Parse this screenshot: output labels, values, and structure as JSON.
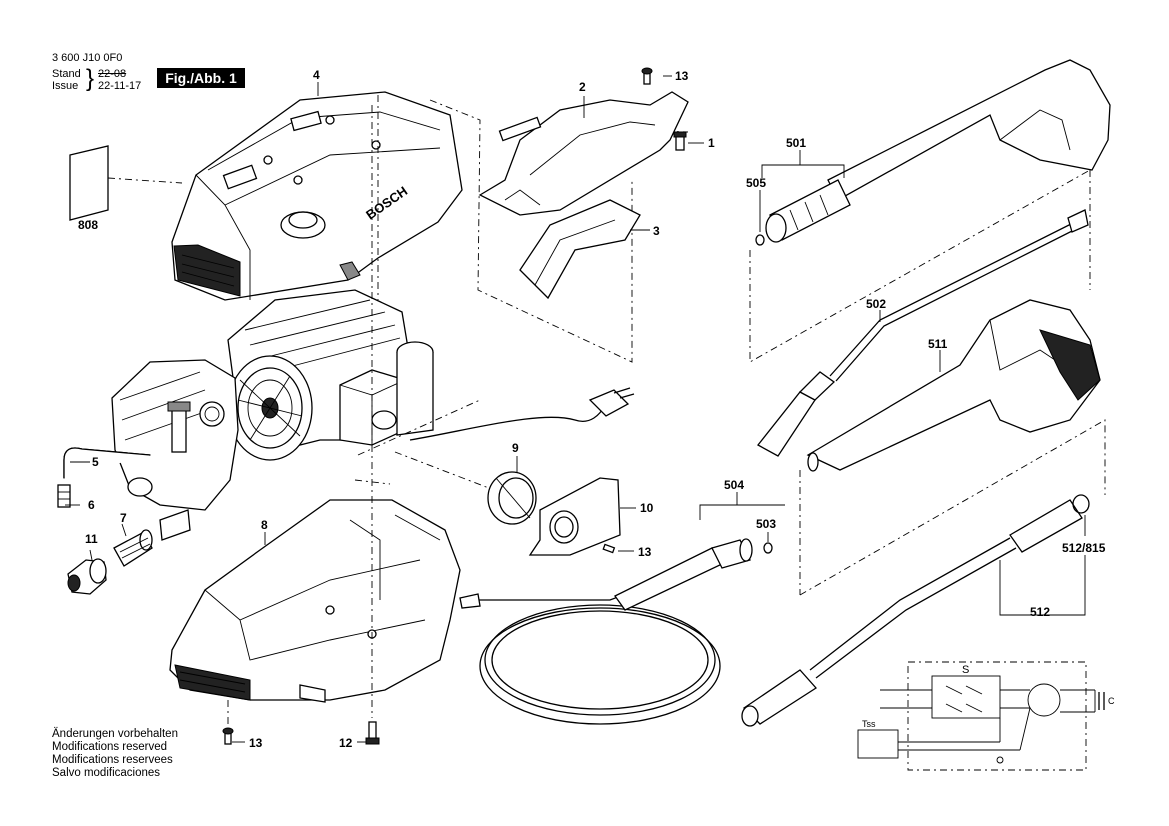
{
  "header": {
    "doc_number": "3 600 J10 0F0",
    "stand_label": "Stand",
    "issue_label": "Issue",
    "stand_date_struck": "22-08",
    "issue_date": "22-11-17",
    "fig_label": "Fig./Abb. 1"
  },
  "part_numbers": {
    "p1": "1",
    "p2": "2",
    "p3": "3",
    "p4": "4",
    "p5": "5",
    "p6": "6",
    "p7": "7",
    "p8": "8",
    "p9": "9",
    "p10": "10",
    "p11": "11",
    "p12": "12",
    "p13a": "13",
    "p13b": "13",
    "p13c": "13",
    "p501": "501",
    "p502": "502",
    "p503": "503",
    "p504": "504",
    "p505": "505",
    "p511": "511",
    "p512": "512",
    "p512_815": "512/815",
    "p808": "808"
  },
  "brand": "BOSCH",
  "footer": {
    "line1": "Änderungen vorbehalten",
    "line2": "Modifications reserved",
    "line3": "Modifications reservees",
    "line4": "Salvo modificaciones"
  },
  "schematic": {
    "switch_label": "S",
    "tss_label": "Tss",
    "c_label": "C"
  }
}
